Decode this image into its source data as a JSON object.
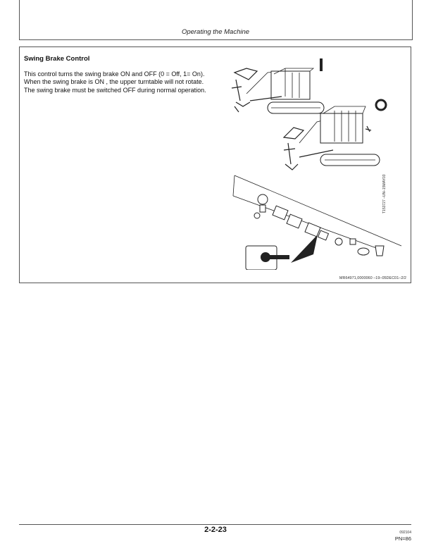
{
  "header": {
    "title": "Operating the Machine"
  },
  "section": {
    "title": "Swing Brake Control",
    "body": "This control turns the swing brake ON and OFF (0 = Off, 1= On). When the swing brake is ON , the upper turntable will not rotate. The swing brake must be switched OFF during normal operation.",
    "figure_id": "T153727 –UN–15MAY03",
    "ref_code": "MR64971,0000060 –19–05DEC01–2/2"
  },
  "footer": {
    "page_number": "2-2-23",
    "code": "092104",
    "pn": "PN=86"
  },
  "icons": {
    "on_symbol": "one-bar-icon",
    "off_symbol": "zero-ring-icon",
    "engaged": "filled-arrow-down-icon",
    "released": "outline-arrow-down-icon"
  }
}
